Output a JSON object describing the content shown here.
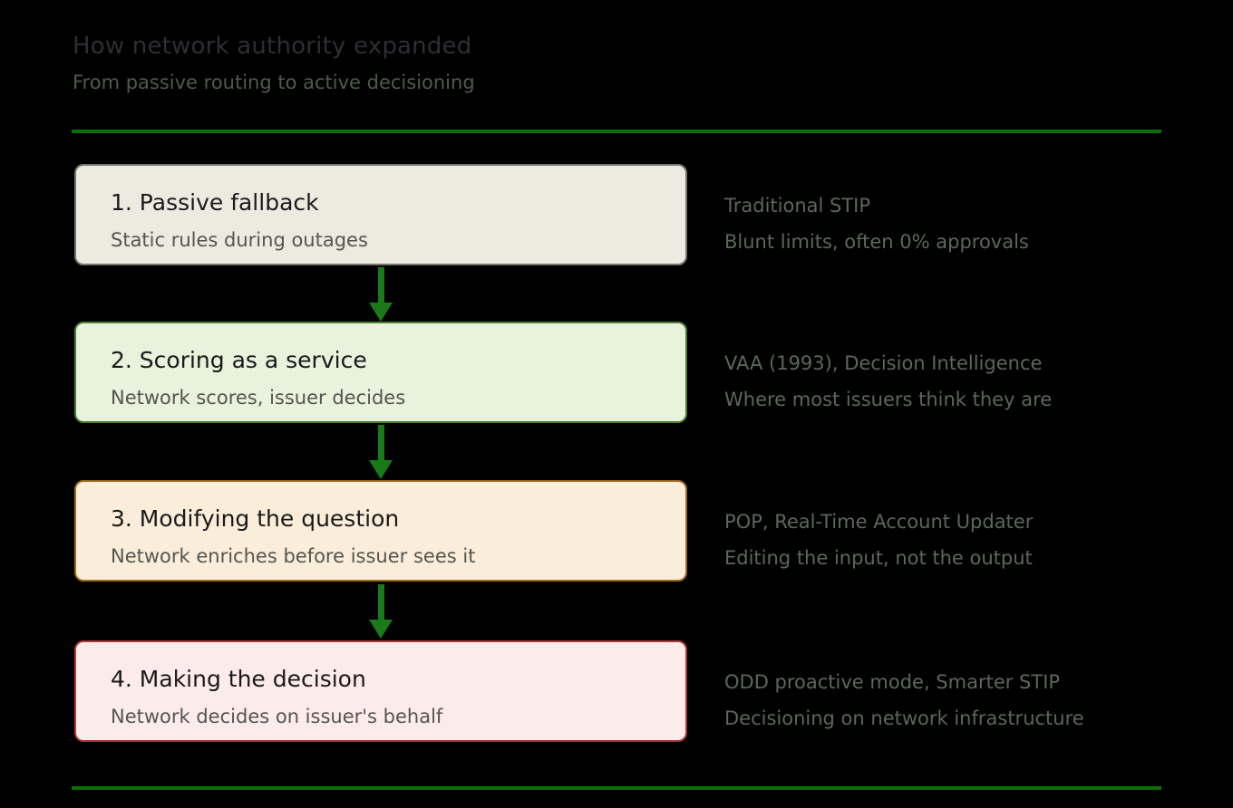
{
  "header": {
    "title": "How network authority expanded",
    "subtitle": "From passive routing to active decisioning"
  },
  "steps": [
    {
      "title": "1. Passive fallback",
      "subtitle": "Static rules during outages",
      "note_line1": "Traditional STIP",
      "note_line2": "Blunt limits, often 0% approvals",
      "fill": "#edeae0",
      "border": "#77776f"
    },
    {
      "title": "2. Scoring as a service",
      "subtitle": "Network scores, issuer decides",
      "note_line1": "VAA (1993), Decision Intelligence",
      "note_line2": "Where most issuers think they are",
      "fill": "#e8f2dc",
      "border": "#4b7d31"
    },
    {
      "title": "3. Modifying the question",
      "subtitle": "Network enriches before issuer sees it",
      "note_line1": "POP, Real-Time Account Updater",
      "note_line2": "Editing the input, not the output",
      "fill": "#faeeda",
      "border": "#9c6a20"
    },
    {
      "title": "4. Making the decision",
      "subtitle": "Network decides on issuer's behalf",
      "note_line1": "ODD proactive mode, Smarter STIP",
      "note_line2": "Decisioning on network infrastructure",
      "fill": "#fcebeb",
      "border": "#ac3939"
    }
  ],
  "colors": {
    "background": "#000000",
    "rule_green": "#0a6e0a",
    "arrow_green": "#1a7a1a",
    "title_text": "#2e2e34",
    "subtitle_text": "#4e5b4c",
    "box_title_text": "#1a1a1a",
    "box_subtitle_text": "#55554f",
    "note_text": "#5c675c"
  }
}
